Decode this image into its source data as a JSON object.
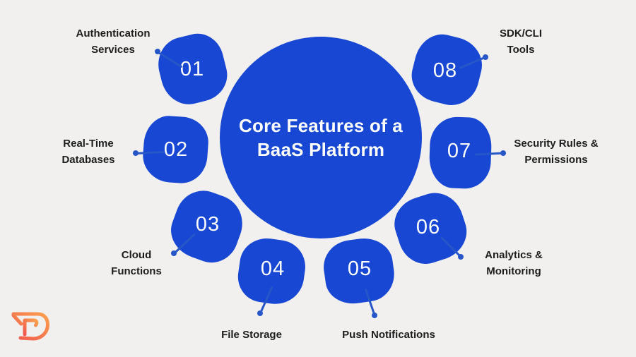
{
  "title": "Core Features of a\nBaaS Platform",
  "features": [
    {
      "number": "01",
      "label": "Authentication\nServices"
    },
    {
      "number": "02",
      "label": "Real-Time\nDatabases"
    },
    {
      "number": "03",
      "label": "Cloud\nFunctions"
    },
    {
      "number": "04",
      "label": "File Storage"
    },
    {
      "number": "05",
      "label": "Push Notifications"
    },
    {
      "number": "06",
      "label": "Analytics &\nMonitoring"
    },
    {
      "number": "07",
      "label": "Security Rules &\nPermissions"
    },
    {
      "number": "08",
      "label": "SDK/CLI\nTools"
    }
  ],
  "colors": {
    "background": "#f1f0ee",
    "shape_blue": "#1747d3",
    "connector_blue": "#2756c8",
    "title_text": "#ffffff",
    "label_text": "#1d1d1d",
    "logo_gradient_start": "#ef584e",
    "logo_gradient_end": "#fba04e"
  },
  "logo": {
    "name": "TD monogram"
  }
}
